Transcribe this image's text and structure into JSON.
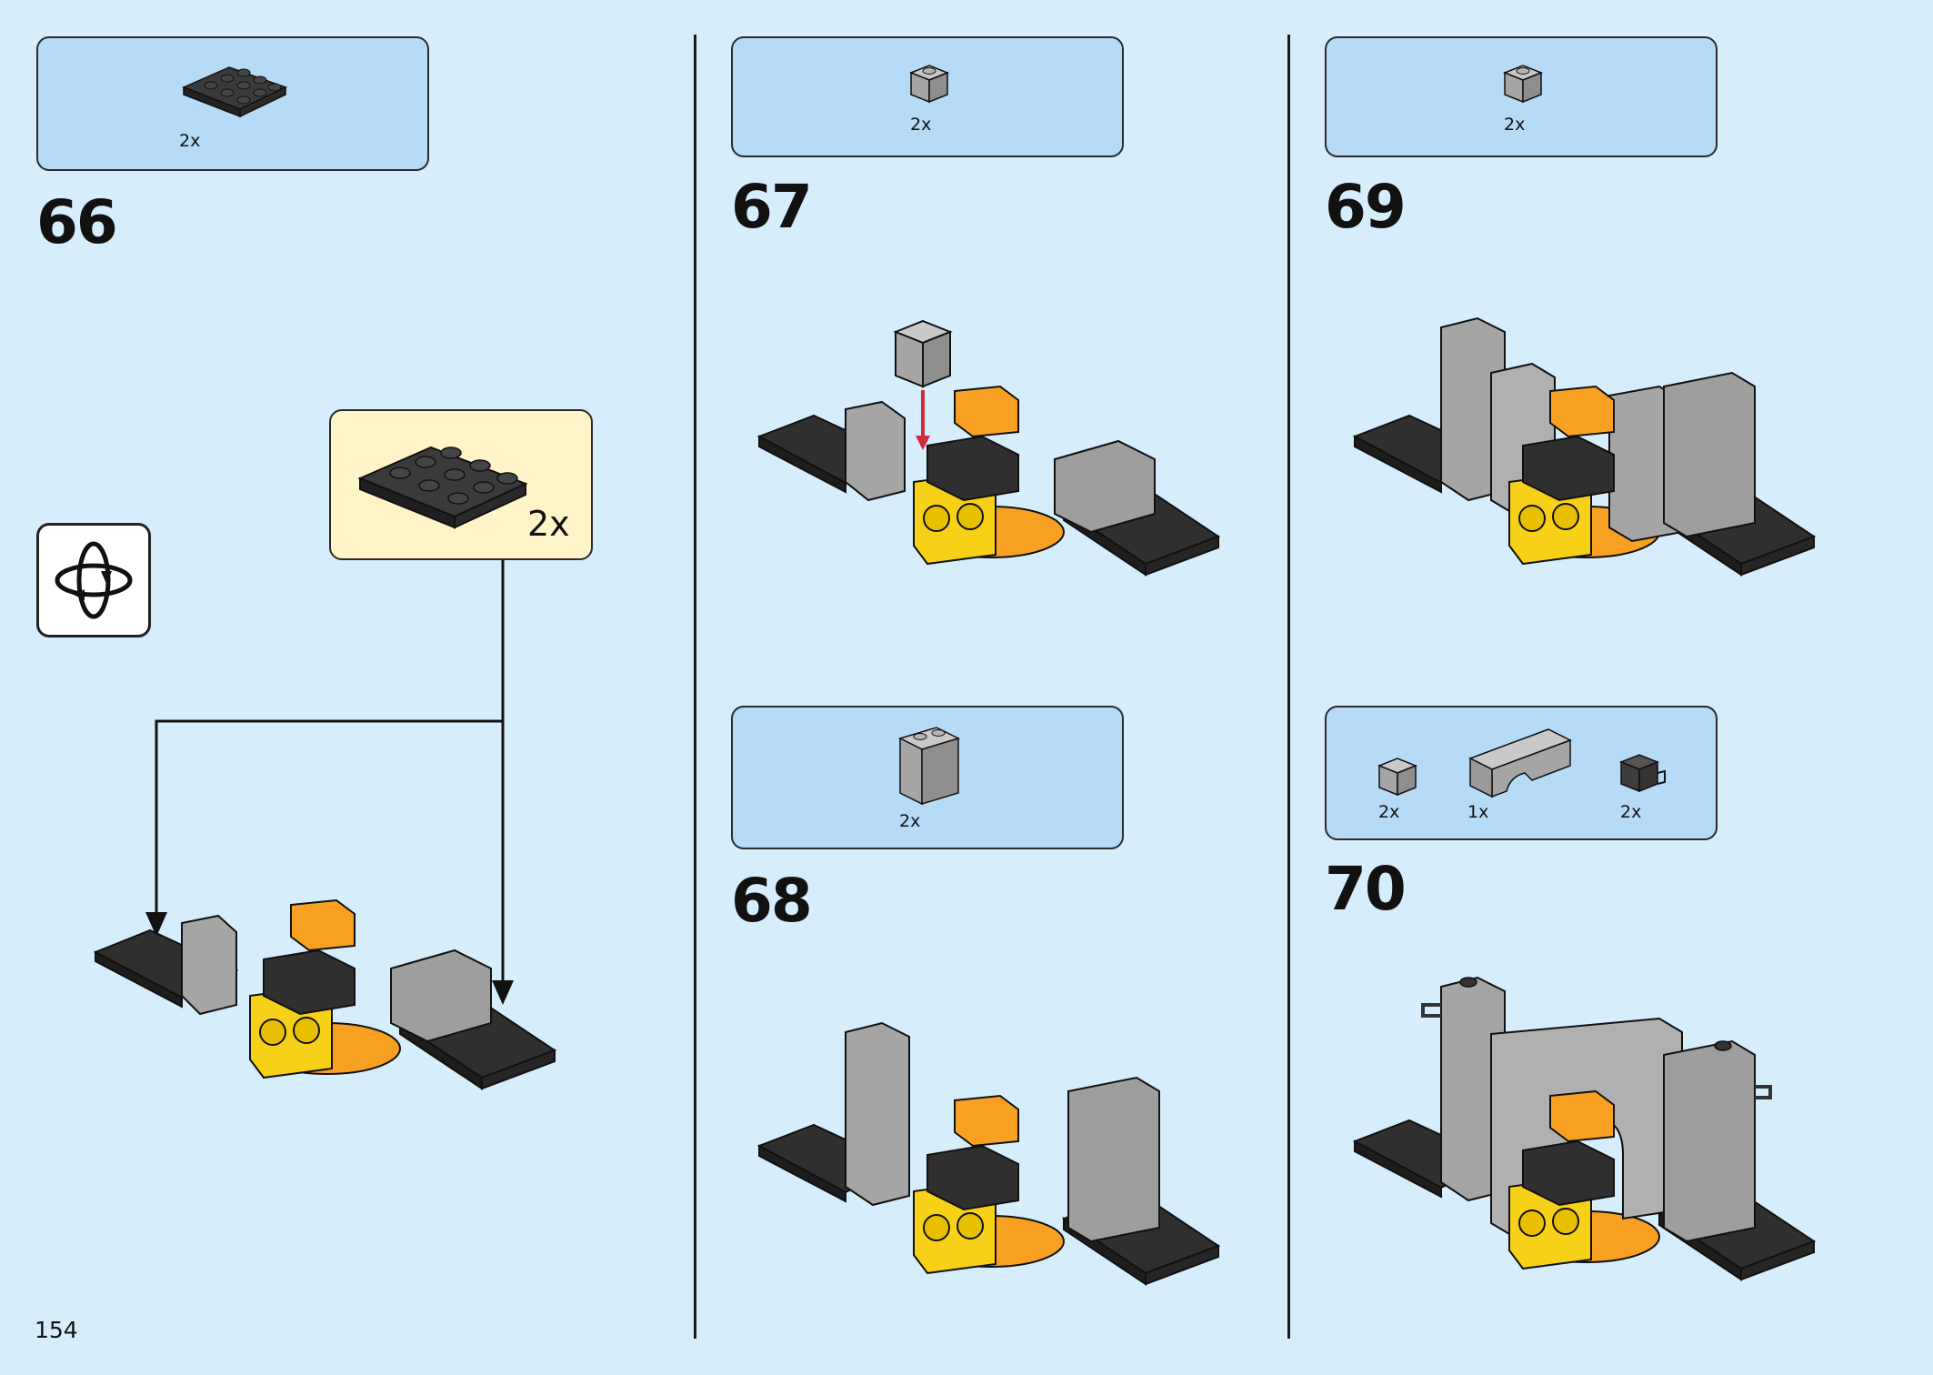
{
  "page_number": "154",
  "steps": [
    {
      "number": "66",
      "parts": [
        {
          "qty": "2x",
          "part": "black 3x3 plate"
        }
      ],
      "subassembly": {
        "qty": "2x"
      }
    },
    {
      "number": "67",
      "parts": [
        {
          "qty": "2x",
          "part": "grey 1x1 brick"
        }
      ]
    },
    {
      "number": "68",
      "parts": [
        {
          "qty": "2x",
          "part": "grey 1x2x2 brick"
        }
      ]
    },
    {
      "number": "69",
      "parts": [
        {
          "qty": "2x",
          "part": "grey 1x1 brick"
        }
      ]
    },
    {
      "number": "70",
      "parts": [
        {
          "qty": "2x",
          "part": "grey 1x1 brick"
        },
        {
          "qty": "1x",
          "part": "grey 1x4 arch"
        },
        {
          "qty": "2x",
          "part": "dark grey 1x1 brick with clip"
        }
      ]
    }
  ],
  "icons": {
    "rotate": "rotate-model-icon"
  },
  "colors": {
    "background": "#d6edfb",
    "parts_box": "#b5dbf6",
    "subassembly_box": "#fff4c8",
    "brick_black": "#2b2b2b",
    "brick_grey": "#a5a5a5",
    "brick_yellow": "#f7d117",
    "brick_orange": "#f7a021",
    "arrow_red": "#d12a3a"
  }
}
